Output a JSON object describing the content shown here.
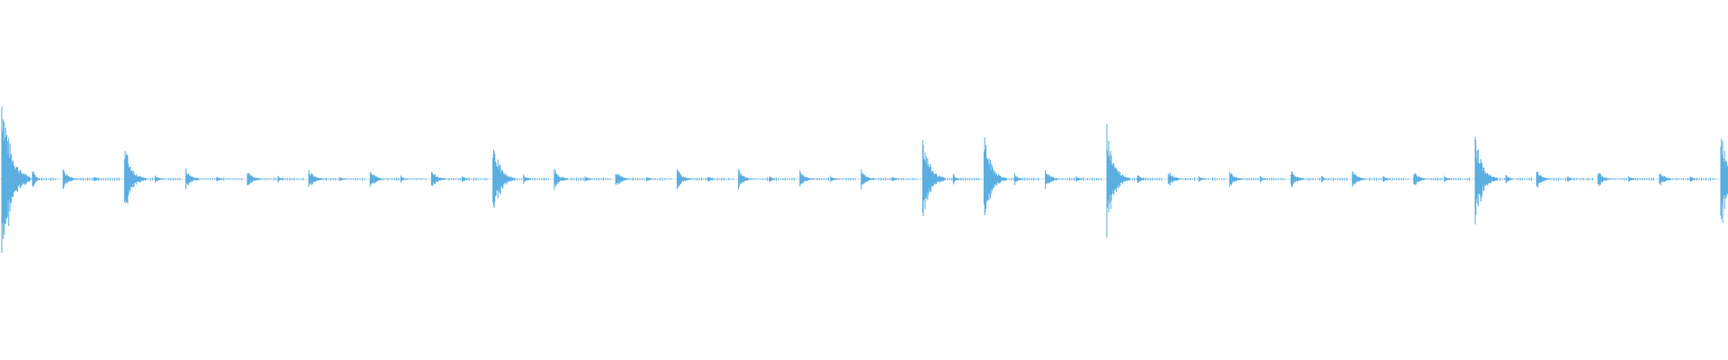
{
  "waveform": {
    "color": "#5aaee0",
    "amplitude_range": [
      -1,
      1
    ],
    "duration_beats": 28,
    "hits": [
      {
        "beat": 0.0,
        "level": 1.0
      },
      {
        "beat": 1.0,
        "level": 0.12
      },
      {
        "beat": 2.0,
        "level": 0.42
      },
      {
        "beat": 3.0,
        "level": 0.11
      },
      {
        "beat": 4.0,
        "level": 0.1
      },
      {
        "beat": 5.0,
        "level": 0.11
      },
      {
        "beat": 6.0,
        "level": 0.1
      },
      {
        "beat": 7.0,
        "level": 0.1
      },
      {
        "beat": 8.0,
        "level": 0.45
      },
      {
        "beat": 9.0,
        "level": 0.11
      },
      {
        "beat": 10.0,
        "level": 0.1
      },
      {
        "beat": 11.0,
        "level": 0.11
      },
      {
        "beat": 12.0,
        "level": 0.1
      },
      {
        "beat": 13.0,
        "level": 0.09
      },
      {
        "beat": 14.0,
        "level": 0.1
      },
      {
        "beat": 15.0,
        "level": 0.5
      },
      {
        "beat": 16.0,
        "level": 0.52
      },
      {
        "beat": 17.0,
        "level": 0.1
      },
      {
        "beat": 18.0,
        "level": 0.56
      },
      {
        "beat": 19.0,
        "level": 0.1
      },
      {
        "beat": 20.0,
        "level": 0.09
      },
      {
        "beat": 21.0,
        "level": 0.1
      },
      {
        "beat": 22.0,
        "level": 0.09
      },
      {
        "beat": 23.0,
        "level": 0.09
      },
      {
        "beat": 24.0,
        "level": 0.5
      },
      {
        "beat": 25.0,
        "level": 0.1
      },
      {
        "beat": 26.0,
        "level": 0.09
      },
      {
        "beat": 27.0,
        "level": 0.09
      },
      {
        "beat": 28.0,
        "level": 0.6
      }
    ]
  }
}
